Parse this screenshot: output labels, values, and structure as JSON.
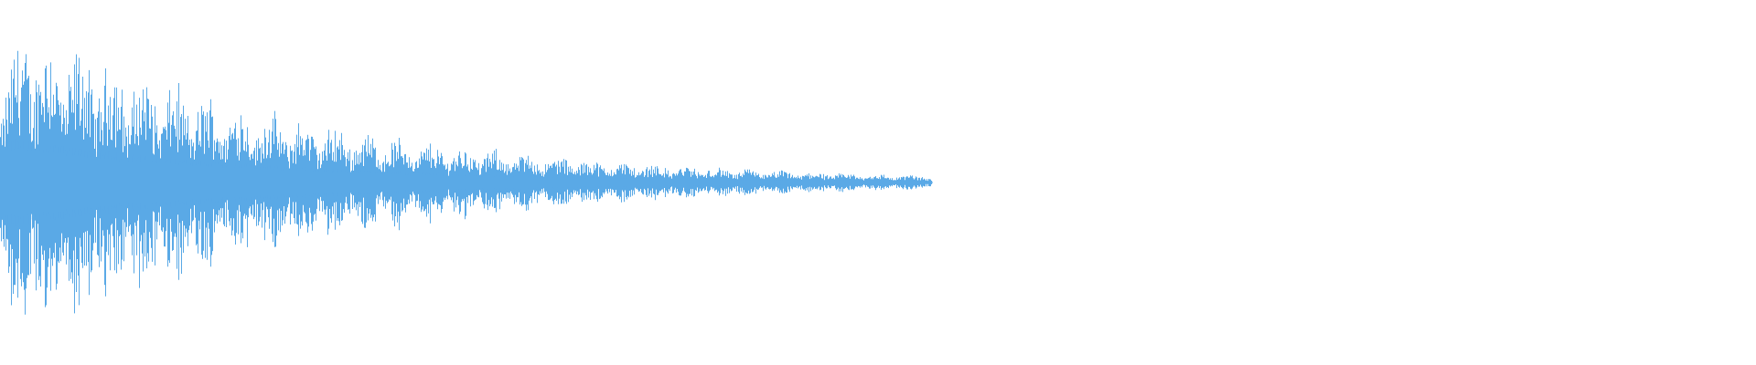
{
  "waveform": {
    "color": "#5aa9e6",
    "background": "#ffffff",
    "envelope": {
      "peak_amplitude": 0.92,
      "decay_end_fraction": 0.53,
      "shape": "exponential-decay"
    }
  }
}
